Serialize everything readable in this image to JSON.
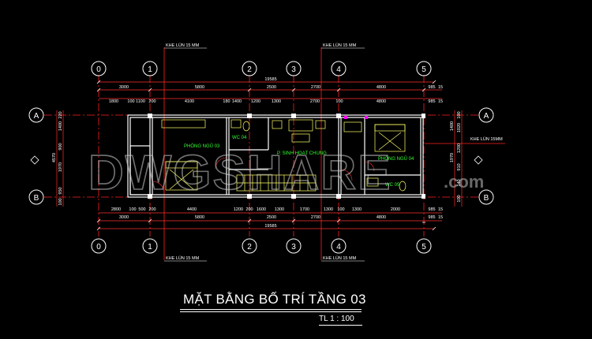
{
  "title": "MẶT BẰNG BỐ TRÍ TẦNG 03",
  "scale": "TL 1 : 100",
  "watermark": "DWGSHARE",
  "watermark_suffix": ".com",
  "grid_columns": [
    "1",
    "2",
    "3",
    "4",
    "5"
  ],
  "grid_column_zero": "0",
  "grid_rows": [
    "A",
    "B"
  ],
  "settlement_joint": "KHE LÚN 15 MM",
  "settlement_joint_right": "KHE LÚN 15MM",
  "rooms": {
    "bedroom_3": "PHÒNG NGỦ 03",
    "bedroom_4": "PHÒNG NGỦ 04",
    "living": "P. SINH HOẠT CHUNG",
    "wc_04": "WC 04",
    "wc_05": "WC 05"
  },
  "dims_top": {
    "overall": "19585",
    "row2": [
      "3000",
      "5800",
      "2500",
      "2700",
      "4800",
      "985",
      "15"
    ],
    "row3": [
      "1800",
      "100",
      "1100",
      "200",
      "4100",
      "180",
      "1400",
      "1200",
      "1300",
      "2700",
      "100",
      "4800",
      "985",
      "15"
    ]
  },
  "dims_bottom": {
    "overall": "19585",
    "row2": [
      "3000",
      "5800",
      "2500",
      "2700",
      "4800",
      "985",
      "15"
    ],
    "row1": [
      "2800",
      "100",
      "500",
      "200",
      "4400",
      "1200",
      "200",
      "1600",
      "1300",
      "1700",
      "1300",
      "100",
      "1300",
      "2000",
      "985",
      "15"
    ]
  },
  "dims_left": [
    "4570",
    "1400",
    "1970",
    "950",
    "900",
    "220",
    "100"
  ],
  "dims_right": [
    "1020",
    "1970",
    "1200",
    "1400",
    "910",
    "140",
    "100",
    "100"
  ],
  "colors": {
    "background": "#000000",
    "grid_line": "#ff2020",
    "bubble": "#ffffff",
    "dimension": "#ff3030",
    "wall": "#ffffff",
    "room_label": "#33ff33",
    "furniture": "#ffff66",
    "highlight": "#ff00ff"
  }
}
